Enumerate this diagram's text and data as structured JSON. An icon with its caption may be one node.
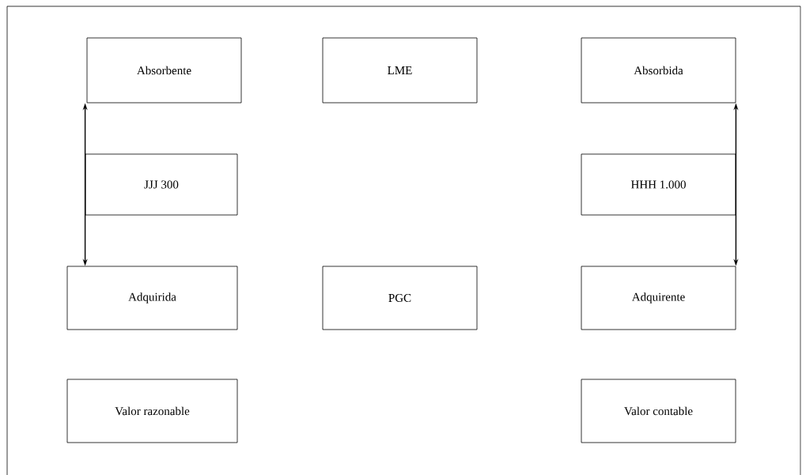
{
  "diagram": {
    "nodes": [
      {
        "text": [
          "Absorbente"
        ]
      },
      {
        "text": [
          "LME"
        ]
      },
      {
        "text": [
          "Absorbida"
        ]
      },
      {
        "text": [
          "JJJ 300"
        ]
      },
      {
        "text": [
          "HHH 1.000"
        ]
      },
      {
        "text": [
          "Adquirida"
        ]
      },
      {
        "text": [
          "PGC"
        ]
      },
      {
        "text": [
          "Adquirente"
        ]
      },
      {
        "text": [
          "Valor razonable"
        ]
      },
      {
        "text": [
          "Valor contable"
        ]
      }
    ],
    "edges": [
      {
        "from": 0,
        "to": 5,
        "arrow": "both"
      },
      {
        "from": 2,
        "to": 7,
        "arrow": "both"
      }
    ]
  }
}
